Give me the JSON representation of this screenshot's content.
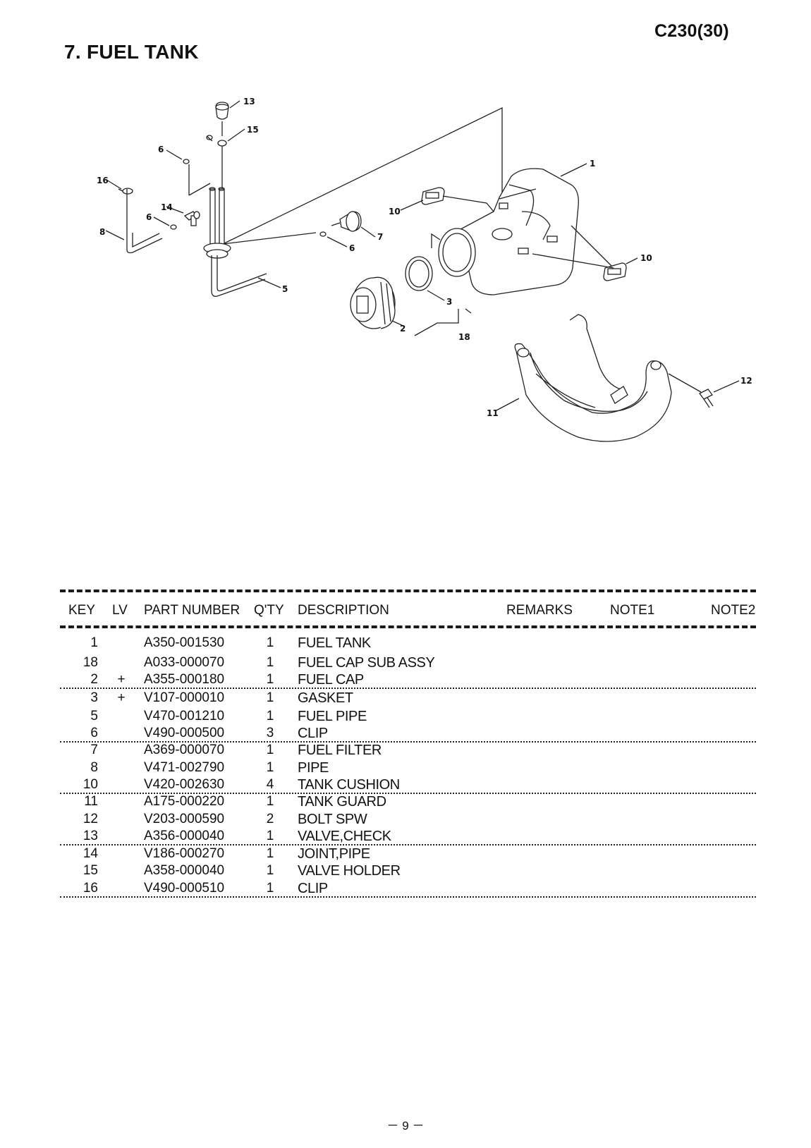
{
  "header": {
    "model": "C230(30)",
    "section_title": "7. FUEL TANK"
  },
  "diagram": {
    "callouts": [
      "13",
      "15",
      "6",
      "16",
      "14",
      "6",
      "8",
      "1",
      "10",
      "7",
      "6",
      "5",
      "3",
      "2",
      "18",
      "10",
      "12",
      "11"
    ]
  },
  "table": {
    "columns": [
      "KEY",
      "LV",
      "PART NUMBER",
      "Q'TY",
      "DESCRIPTION",
      "REMARKS",
      "NOTE1",
      "NOTE2"
    ],
    "rows": [
      {
        "key": "1",
        "lv": "",
        "part": "A350-001530",
        "qty": "1",
        "desc": "FUEL TANK"
      },
      {
        "key": "18",
        "lv": "",
        "part": "A033-000070",
        "qty": "1",
        "desc": "FUEL CAP SUB ASSY"
      },
      {
        "key": "2",
        "lv": "+",
        "part": "A355-000180",
        "qty": "1",
        "desc": "FUEL CAP"
      },
      {
        "key": "3",
        "lv": "+",
        "part": "V107-000010",
        "qty": "1",
        "desc": "GASKET"
      },
      {
        "key": "5",
        "lv": "",
        "part": "V470-001210",
        "qty": "1",
        "desc": "FUEL PIPE"
      },
      {
        "key": "6",
        "lv": "",
        "part": "V490-000500",
        "qty": "3",
        "desc": "CLIP"
      },
      {
        "key": "7",
        "lv": "",
        "part": "A369-000070",
        "qty": "1",
        "desc": "FUEL FILTER"
      },
      {
        "key": "8",
        "lv": "",
        "part": "V471-002790",
        "qty": "1",
        "desc": "PIPE"
      },
      {
        "key": "10",
        "lv": "",
        "part": "V420-002630",
        "qty": "4",
        "desc": "TANK CUSHION"
      },
      {
        "key": "11",
        "lv": "",
        "part": "A175-000220",
        "qty": "1",
        "desc": "TANK GUARD"
      },
      {
        "key": "12",
        "lv": "",
        "part": "V203-000590",
        "qty": "2",
        "desc": "BOLT SPW"
      },
      {
        "key": "13",
        "lv": "",
        "part": "A356-000040",
        "qty": "1",
        "desc": "VALVE,CHECK"
      },
      {
        "key": "14",
        "lv": "",
        "part": "V186-000270",
        "qty": "1",
        "desc": "JOINT,PIPE"
      },
      {
        "key": "15",
        "lv": "",
        "part": "A358-000040",
        "qty": "1",
        "desc": "VALVE HOLDER"
      },
      {
        "key": "16",
        "lv": "",
        "part": "V490-000510",
        "qty": "1",
        "desc": "CLIP"
      }
    ]
  },
  "footer": {
    "page": "－ 9 －"
  }
}
